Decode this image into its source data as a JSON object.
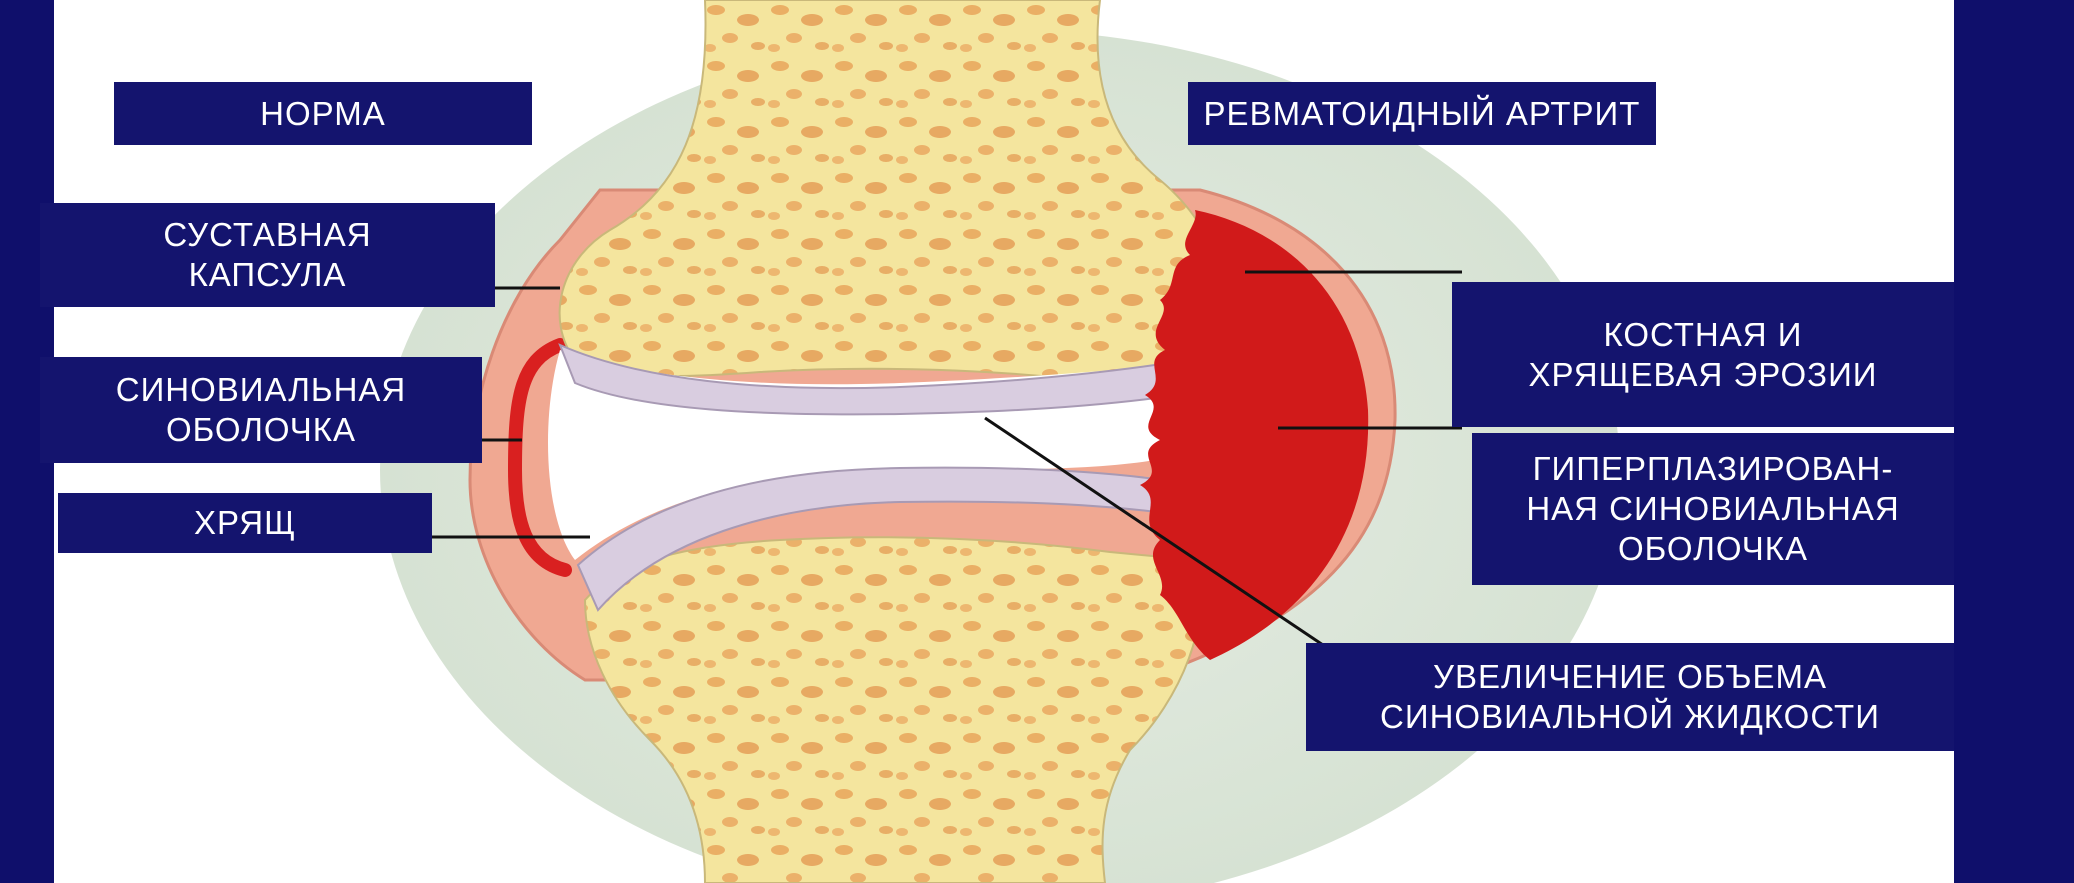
{
  "labels": {
    "norm": "НОРМА",
    "ra": "РЕВМАТОИДНЫЙ АРТРИТ",
    "capsule": "СУСТАВНАЯ\nКАПСУЛА",
    "synovial": "СИНОВИАЛЬНАЯ\nОБОЛОЧКА",
    "cartilage": "ХРЯЩ",
    "erosion": "КОСТНАЯ  И\nХРЯЩЕВАЯ ЭРОЗИИ",
    "hyperplasia": "ГИПЕРПЛАЗИРОВАН-\nНАЯ СИНОВИАЛЬНАЯ\nОБОЛОЧКА",
    "fluid": "УВЕЛИЧЕНИЕ ОБЪЕМА\nСИНОВИАЛЬНОЙ ЖИДКОСТИ"
  },
  "colors": {
    "background_frame": "#0f0f6b",
    "label_bg": "#14146e",
    "label_text": "#ffffff",
    "halo": "#dfe8de",
    "bone": "#f4e59e",
    "bone_spots": "#e9a65a",
    "capsule": "#f0a892",
    "synovial_normal": "#d92020",
    "cartilage": "#d9cde0",
    "joint_space": "#ffffff",
    "pannus": "#d11a1a",
    "leader": "#111111"
  }
}
